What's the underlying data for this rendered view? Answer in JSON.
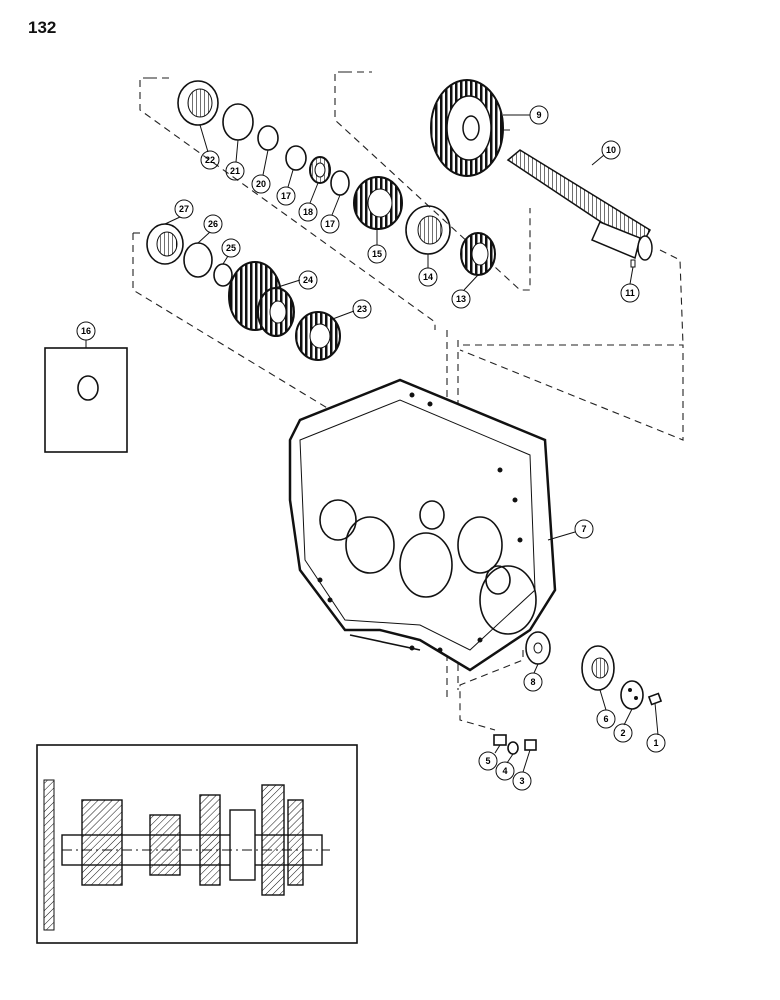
{
  "page_number": "132",
  "callouts": [
    "1",
    "2",
    "3",
    "4",
    "5",
    "6",
    "7",
    "8",
    "9",
    "10",
    "11",
    "13",
    "14",
    "15",
    "16",
    "17",
    "17",
    "18",
    "20",
    "21",
    "22",
    "23",
    "24",
    "25",
    "26",
    "27"
  ]
}
